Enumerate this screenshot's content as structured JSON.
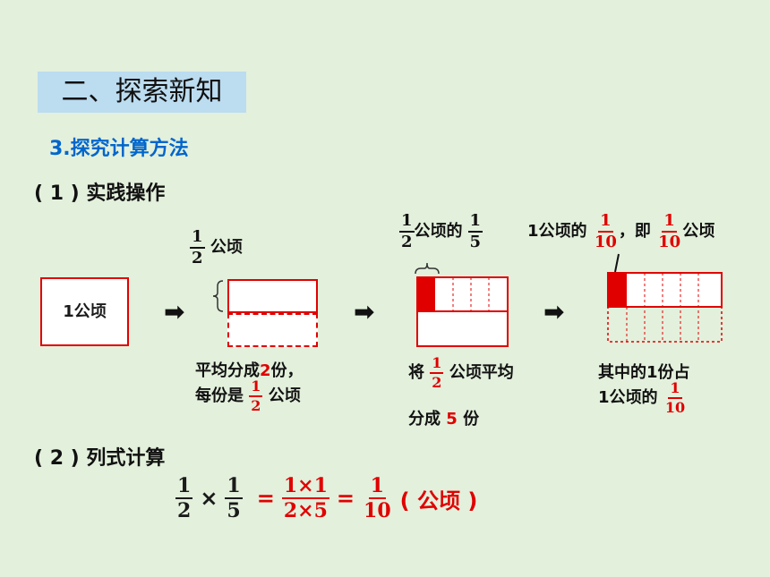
{
  "section": {
    "title": "二、探索新知"
  },
  "subtitle": "3.探究计算方法",
  "step1": "( 1 ) 实践操作",
  "step2": "( 2 ) 列式计算",
  "unit": "1公顷",
  "stage2": {
    "top_frac": {
      "n": "1",
      "d": "2"
    },
    "top_unit": "公顷",
    "caption_line1_a": "平均分成",
    "caption_num": "2",
    "caption_line1_b": "份，",
    "caption_line2_a": "每份是",
    "caption_frac": {
      "n": "1",
      "d": "2"
    },
    "caption_line2_b": "公顷"
  },
  "stage3": {
    "top_frac1": {
      "n": "1",
      "d": "2"
    },
    "top_mid": "公顷的",
    "top_frac2": {
      "n": "1",
      "d": "5"
    },
    "caption_a": "将",
    "caption_frac": {
      "n": "1",
      "d": "2"
    },
    "caption_b": "公顷平均",
    "caption_c": "分成",
    "caption_num": "5",
    "caption_d": "份"
  },
  "stage4": {
    "top_a": "1公顷的",
    "top_frac1": {
      "n": "1",
      "d": "10"
    },
    "top_b": "，即",
    "top_frac2": {
      "n": "1",
      "d": "10"
    },
    "top_c": "公顷",
    "caption_line1": "其中的1份占",
    "caption_line2": "1公顷的",
    "caption_frac": {
      "n": "1",
      "d": "10"
    }
  },
  "formula": {
    "f1": {
      "n": "1",
      "d": "2"
    },
    "times": "×",
    "f2": {
      "n": "1",
      "d": "5"
    },
    "eq1": "=",
    "f3": {
      "n": "1×1",
      "d": "2×5"
    },
    "eq2": "=",
    "f4": {
      "n": "1",
      "d": "10"
    },
    "unit": "( 公顷 )"
  },
  "colors": {
    "accent": "#e00000",
    "title_bg": "#bcdcf0",
    "subtitle": "#0066cc",
    "background": "#e3f0dc"
  }
}
